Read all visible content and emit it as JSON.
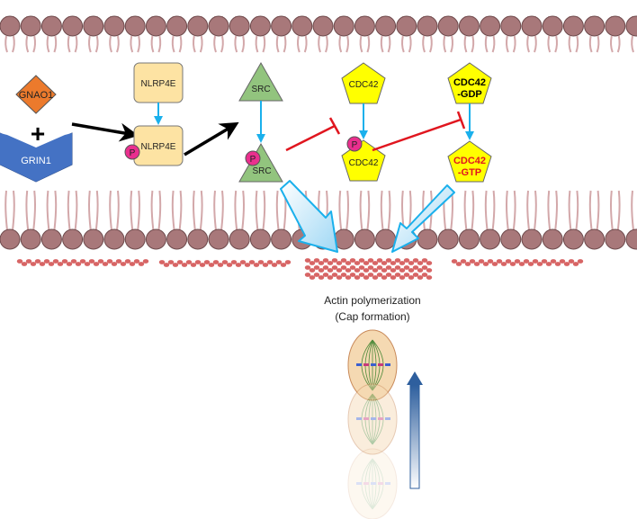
{
  "nodes": {
    "gnao1": "GNAO1",
    "grin1": "GRIN1",
    "nlrp4e_top": "NLRP4E",
    "nlrp4e_bottom": "NLRP4E",
    "src_top": "SRC",
    "src_bottom": "SRC",
    "cdc42_top": "CDC42",
    "cdc42_bottom": "CDC42",
    "cdc42_gdp_line1": "CDC42",
    "cdc42_gdp_line2": "-GDP",
    "cdc42_gtp_line1": "CDC42",
    "cdc42_gtp_line2": "-GTP"
  },
  "phospho_label": "P",
  "plus_sign": "+",
  "caption": {
    "line1": "Actin polymerization",
    "line2": "(Cap formation)"
  },
  "colors": {
    "membrane_head": "#a8787a",
    "membrane_tail": "#d3a8aa",
    "gnao1": "#ec7a2c",
    "grin1": "#4472c4",
    "nlrp4e": "#fde3a3",
    "src": "#92c47e",
    "cdc42": "#ffff00",
    "phospho": "#ea2f8e",
    "activation_arrow": "#1ab0ec",
    "inhibition": "#e0161f",
    "gtp_text": "#e0161f",
    "actin": "#d04a4a",
    "spindle_cell": "#f5d9b2"
  }
}
